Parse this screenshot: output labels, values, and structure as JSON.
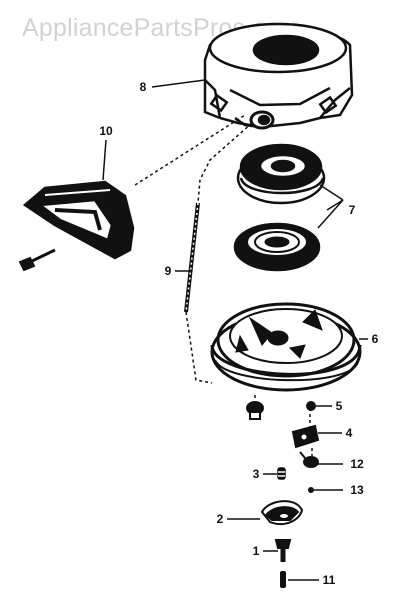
{
  "watermark": "AppliancePartsPros.com",
  "callouts": {
    "c1": "1",
    "c2": "2",
    "c3": "3",
    "c4": "4",
    "c5": "5",
    "c6": "6",
    "c7": "7",
    "c8": "8",
    "c9": "9",
    "c10": "10",
    "c11": "11",
    "c12": "12",
    "c13": "13"
  },
  "colors": {
    "ink": "#111111",
    "watermark": "#d2d2d2",
    "background": "#ffffff"
  }
}
